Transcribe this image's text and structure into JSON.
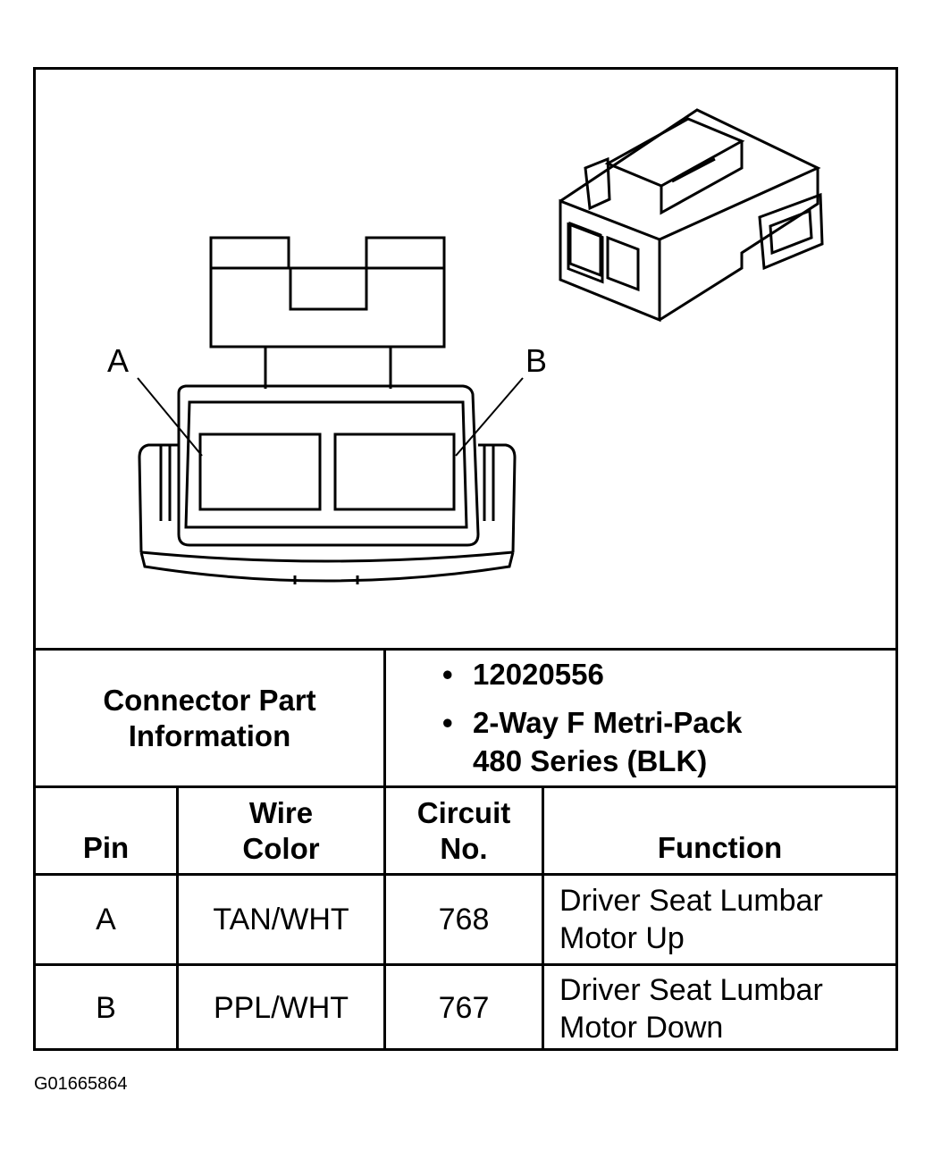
{
  "diagram": {
    "front_view": {
      "pin_a_label": "A",
      "pin_b_label": "B"
    }
  },
  "connector_info": {
    "label": "Connector Part Information",
    "label_line1": "Connector Part",
    "label_line2": "Information",
    "part_number": "12020556",
    "description_line1": "2-Way F Metri-Pack",
    "description_line2": "480 Series (BLK)"
  },
  "table": {
    "headers": {
      "pin": "Pin",
      "wire_color_line1": "Wire",
      "wire_color_line2": "Color",
      "circuit_line1": "Circuit",
      "circuit_line2": "No.",
      "function": "Function"
    },
    "rows": [
      {
        "pin": "A",
        "wire_color": "TAN/WHT",
        "circuit": "768",
        "function_line1": "Driver Seat Lumbar",
        "function_line2": "Motor Up"
      },
      {
        "pin": "B",
        "wire_color": "PPL/WHT",
        "circuit": "767",
        "function_line1": "Driver Seat Lumbar",
        "function_line2": "Motor Down"
      }
    ]
  },
  "footer": {
    "figure_id": "G01665864"
  }
}
